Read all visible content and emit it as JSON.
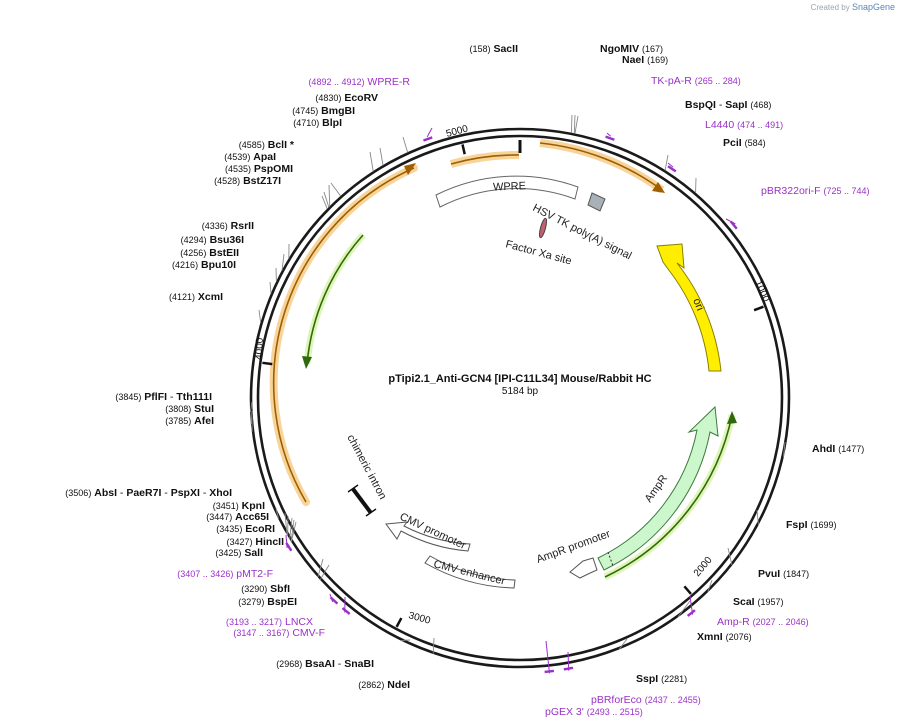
{
  "credit": {
    "prefix": "Created by",
    "brand": "SnapGene"
  },
  "plasmid": {
    "name": "pTipi2.1_Anti-GCN4 [IPI-C11L34] Mouse/Rabbit HC",
    "size_label": "5184 bp",
    "length": 5184
  },
  "colors": {
    "primer": "#9b30c8",
    "backbone": "#1a1a1a",
    "ori": "#ffee00",
    "ampr": "#ccf7cc",
    "orf_orange": "#f0a020",
    "orf_green": "#7ed321"
  },
  "ticks": [
    {
      "label": "1000",
      "bp": 1000
    },
    {
      "label": "2000",
      "bp": 2000
    },
    {
      "label": "3000",
      "bp": 3000
    },
    {
      "label": "4000",
      "bp": 4000
    },
    {
      "label": "5000",
      "bp": 5000
    }
  ],
  "origin_mark_bp": 0,
  "enzymes": [
    {
      "name": "SacII",
      "pos": "(158)",
      "bp": 158
    },
    {
      "name": "NgoMIV",
      "pos": "(167)",
      "bp": 167
    },
    {
      "name": "NaeI",
      "pos": "(169)",
      "bp": 169
    },
    {
      "name": "BspQI",
      "alt": "SapI",
      "pos": "(468)",
      "bp": 468
    },
    {
      "name": "PciI",
      "pos": "(584)",
      "bp": 584
    },
    {
      "name": "AhdI",
      "pos": "(1477)",
      "bp": 1477
    },
    {
      "name": "FspI",
      "pos": "(1699)",
      "bp": 1699
    },
    {
      "name": "PvuI",
      "pos": "(1847)",
      "bp": 1847
    },
    {
      "name": "ScaI",
      "pos": "(1957)",
      "bp": 1957
    },
    {
      "name": "XmnI",
      "pos": "(2076)",
      "bp": 2076
    },
    {
      "name": "SspI",
      "pos": "(2281)",
      "bp": 2281
    },
    {
      "name": "NdeI",
      "pos": "(2862)",
      "bp": 2862
    },
    {
      "name": "BsaAI",
      "alt": "SnaBI",
      "pos": "(2968)",
      "bp": 2968
    },
    {
      "name": "BspEI",
      "pos": "(3279)",
      "bp": 3279
    },
    {
      "name": "SbfI",
      "pos": "(3290)",
      "bp": 3290
    },
    {
      "name": "SalI",
      "pos": "(3425)",
      "bp": 3425
    },
    {
      "name": "HincII",
      "pos": "(3427)",
      "bp": 3427
    },
    {
      "name": "EcoRI",
      "pos": "(3435)",
      "bp": 3435
    },
    {
      "name": "Acc65I",
      "pos": "(3447)",
      "bp": 3447
    },
    {
      "name": "KpnI",
      "pos": "(3451)",
      "bp": 3451
    },
    {
      "name": "AbsI",
      "alt": "PaeR7I",
      "alt2": "PspXI",
      "alt3": "XhoI",
      "pos": "(3506)",
      "bp": 3506
    },
    {
      "name": "AfeI",
      "pos": "(3785)",
      "bp": 3785
    },
    {
      "name": "StuI",
      "pos": "(3808)",
      "bp": 3808
    },
    {
      "name": "PflFI",
      "alt": "Tth111I",
      "pos": "(3845)",
      "bp": 3845
    },
    {
      "name": "XcmI",
      "pos": "(4121)",
      "bp": 4121
    },
    {
      "name": "Bpu10I",
      "pos": "(4216)",
      "bp": 4216
    },
    {
      "name": "BstEII",
      "pos": "(4256)",
      "bp": 4256
    },
    {
      "name": "Bsu36I",
      "pos": "(4294)",
      "bp": 4294
    },
    {
      "name": "RsrII",
      "pos": "(4336)",
      "bp": 4336
    },
    {
      "name": "BstZ17I",
      "pos": "(4528)",
      "bp": 4528
    },
    {
      "name": "PspOMI",
      "pos": "(4535)",
      "bp": 4535
    },
    {
      "name": "ApaI",
      "pos": "(4539)",
      "bp": 4539
    },
    {
      "name": "BclI *",
      "pos": "(4585)",
      "bp": 4585
    },
    {
      "name": "BlpI",
      "pos": "(4710)",
      "bp": 4710
    },
    {
      "name": "BmgBI",
      "pos": "(4745)",
      "bp": 4745
    },
    {
      "name": "EcoRV",
      "pos": "(4830)",
      "bp": 4830
    }
  ],
  "primers": [
    {
      "name": "WPRE-R",
      "range": "(4892 .. 4912)",
      "bp": 4902
    },
    {
      "name": "TK-pA-R",
      "range": "(265 .. 284)",
      "bp": 275
    },
    {
      "name": "L4440",
      "range": "(474 .. 491)",
      "bp": 483
    },
    {
      "name": "pBR322ori-F",
      "range": "(725 .. 744)",
      "bp": 735
    },
    {
      "name": "Amp-R",
      "range": "(2027 .. 2046)",
      "bp": 2037
    },
    {
      "name": "pBRforEco",
      "range": "(2437 .. 2455)",
      "bp": 2446
    },
    {
      "name": "pGEX 3'",
      "range": "(2493 .. 2515)",
      "bp": 2504
    },
    {
      "name": "pMT2-F",
      "range": "(3407 .. 3426)",
      "bp": 3416
    },
    {
      "name": "LNCX",
      "range": "(3193 .. 3217)",
      "bp": 3205
    },
    {
      "name": "CMV-F",
      "range": "(3147 .. 3167)",
      "bp": 3157
    }
  ],
  "features": [
    {
      "name": "WPRE",
      "type": "box"
    },
    {
      "name": "HSV TK poly(A) signal",
      "type": "box"
    },
    {
      "name": "Factor Xa site",
      "type": "site"
    },
    {
      "name": "ori",
      "type": "arrow"
    },
    {
      "name": "AmpR",
      "type": "arrow"
    },
    {
      "name": "AmpR promoter",
      "type": "arrow"
    },
    {
      "name": "CMV enhancer",
      "type": "box"
    },
    {
      "name": "CMV promoter",
      "type": "arrow"
    },
    {
      "name": "chimeric intron",
      "type": "bar"
    }
  ]
}
